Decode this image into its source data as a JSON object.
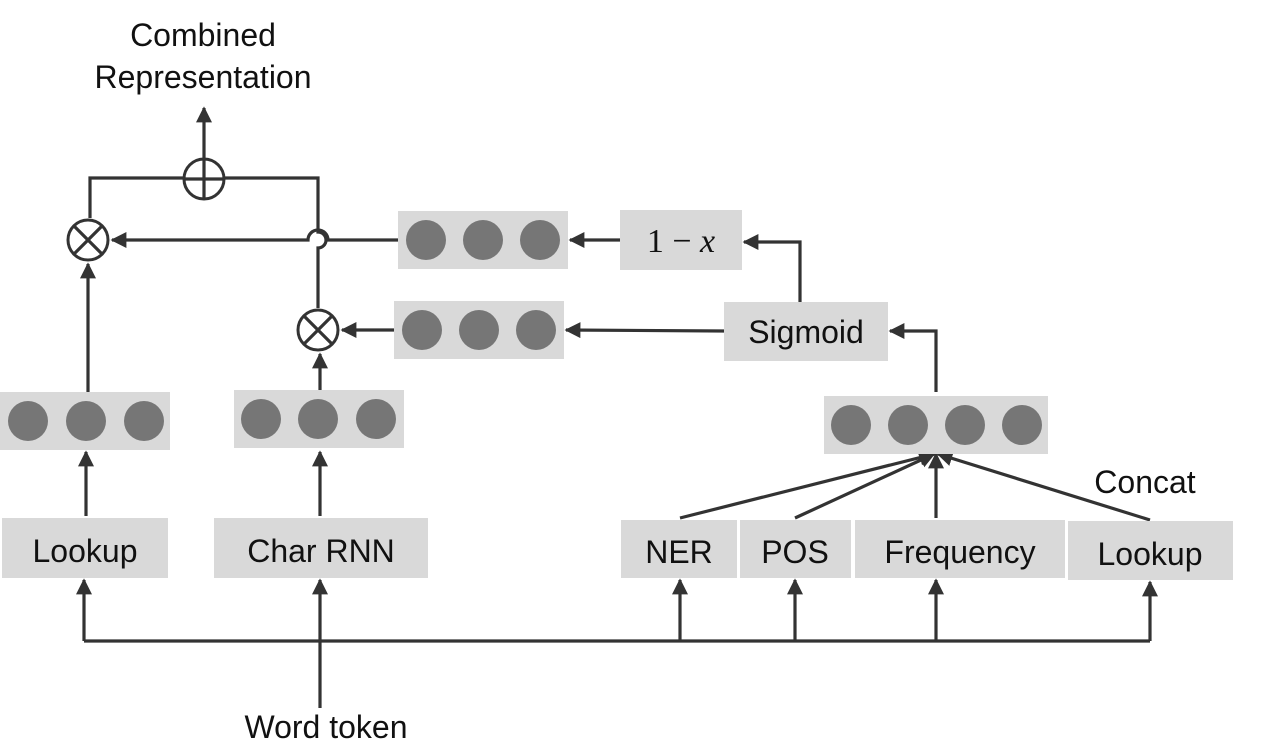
{
  "title": "Combined Representation",
  "title_lines": [
    "Combined",
    "Representation"
  ],
  "input_label": "Word token",
  "left_boxes": {
    "lookup": "Lookup",
    "char_rnn": "Char RNN"
  },
  "feature_boxes": {
    "ner": "NER",
    "pos": "POS",
    "frequency": "Frequency",
    "lookup": "Lookup"
  },
  "concat_label": "Concat",
  "sigmoid_label": "Sigmoid",
  "one_minus_x": {
    "prefix": "1 − ",
    "variable": "x"
  },
  "operators": {
    "add": "⊕",
    "multiply": "⊗"
  },
  "colors": {
    "box_fill": "#d9d9d9",
    "dot_fill": "#767676",
    "line": "#333333"
  },
  "vectors": {
    "word_embedding_dots": 3,
    "char_embedding_dots": 3,
    "gate_complement_dots": 3,
    "gate_dots": 3,
    "concat_dots": 4
  }
}
